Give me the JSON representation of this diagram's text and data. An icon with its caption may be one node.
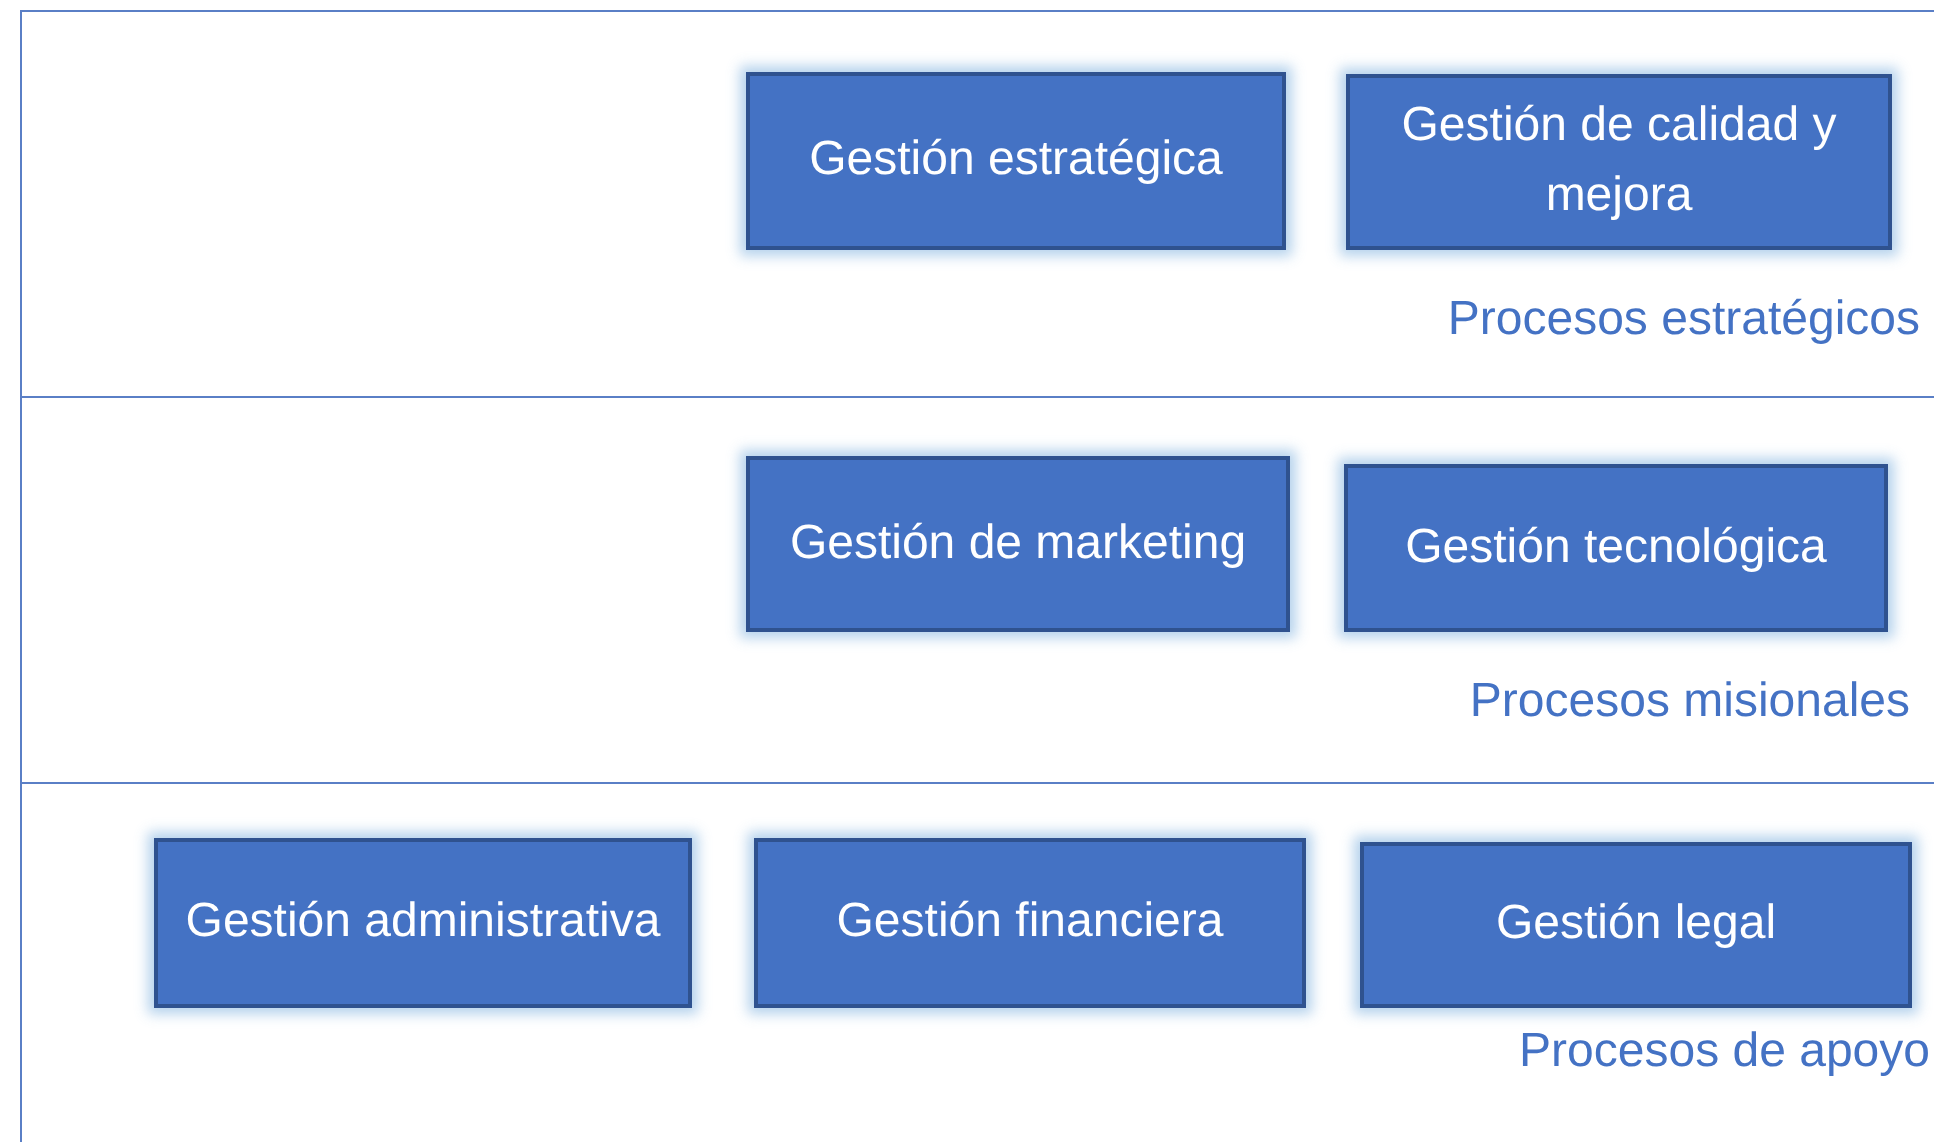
{
  "diagram": {
    "nodes": [
      {
        "text": [
          "Procesos estratégicos"
        ]
      },
      {
        "text": [
          "Gestión estratégica"
        ],
        "in": 0
      },
      {
        "text": [
          "Gestión de calidad y mejora"
        ],
        "in": 0
      },
      {
        "text": [
          "Procesos misionales"
        ]
      },
      {
        "text": [
          "Gestión de marketing"
        ],
        "in": 3
      },
      {
        "text": [
          "Gestión tecnológica"
        ],
        "in": 3
      },
      {
        "text": [
          "Procesos de apoyo"
        ]
      },
      {
        "text": [
          "Gestión administrativa"
        ],
        "in": 6
      },
      {
        "text": [
          "Gestión financiera"
        ],
        "in": 6
      },
      {
        "text": [
          "Gestión legal"
        ],
        "in": 6
      }
    ]
  }
}
